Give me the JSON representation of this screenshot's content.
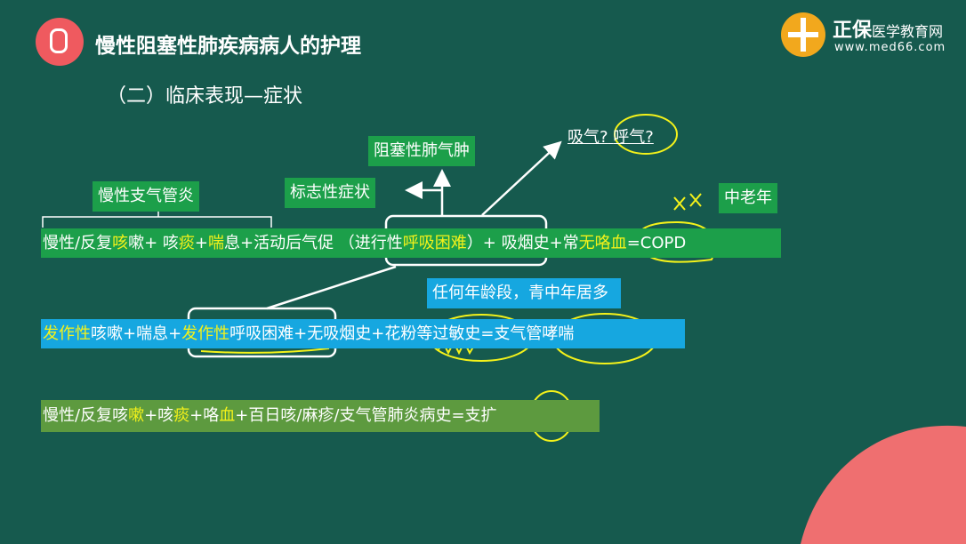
{
  "header": {
    "title": "慢性阻塞性肺疾病病人的护理",
    "subtitle": "（二）临床表现—症状"
  },
  "logo": {
    "brand": "正保",
    "brand_sub": "医学教育网",
    "url": "www.med66.com"
  },
  "labels": {
    "emphysema": "阻塞性肺气肿",
    "hallmark": "标志性症状",
    "chronic_bronchitis": "慢性支气管炎",
    "middle_aged": "中老年",
    "inhale_exhale_a": "吸气?",
    "inhale_exhale_b": "呼气?",
    "any_age": "任何年龄段，青中年居多"
  },
  "rows": {
    "copd": [
      "慢性/反复",
      "咳",
      "嗽+ 咳",
      "痰",
      "+",
      "喘",
      "息+活动后气促 ",
      "（进行性",
      "呼吸困难",
      "）+  吸烟史+常",
      "无咯血",
      "=COPD"
    ],
    "asthma": [
      "发作性",
      "咳嗽+喘息+",
      "发作性",
      "呼吸困难+无吸烟史+花粉等过敏史=支气管哮喘"
    ],
    "bronchiectasis": [
      "慢性/反复咳",
      "嗽",
      "+咳",
      "痰",
      "+咯",
      "血",
      "+百日咳/麻疹/支气管肺炎病史=支扩"
    ]
  },
  "colors": {
    "background": "#165a4e",
    "green": "#1c9f4a",
    "blue": "#16a7e0",
    "olive": "#5d9a3f",
    "highlight": "#f4f21a"
  }
}
